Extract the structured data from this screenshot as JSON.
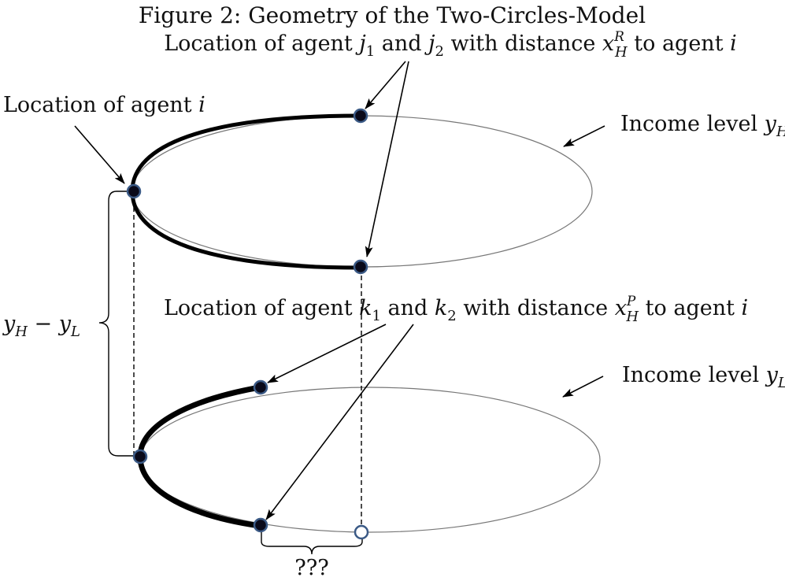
{
  "figure": {
    "title": "Figure 2: Geometry of the Two-Circles-Model"
  },
  "labels": {
    "agent_i": {
      "prefix": "Location of agent ",
      "var": "i"
    },
    "agents_j": {
      "prefix": "Location of agent ",
      "v1": "j",
      "s1": "1",
      "and": " and ",
      "v2": "j",
      "s2": "2",
      "mid": " with distance ",
      "xvar": "x",
      "xsup": "R",
      "xsub": "H",
      "suffix": " to agent ",
      "ivar": "i"
    },
    "agents_k": {
      "prefix": "Location of agent ",
      "v1": "k",
      "s1": "1",
      "and": " and ",
      "v2": "k",
      "s2": "2",
      "mid": " with distance ",
      "xvar": "x",
      "xsup": "P",
      "xsub": "H",
      "suffix": " to agent ",
      "ivar": "i"
    },
    "income_high": {
      "prefix": "Income level ",
      "var": "y",
      "sub": "H"
    },
    "income_low": {
      "prefix": "Income level ",
      "var": "y",
      "sub": "L"
    },
    "gap": {
      "v1": "y",
      "s1": "H",
      "op": " − ",
      "v2": "y",
      "s2": "L"
    },
    "unknown": "???"
  },
  "colors": {
    "point_fill": "#0a0a1a",
    "point_ring": "#3b5a86",
    "open_point_fill": "#ffffff"
  }
}
